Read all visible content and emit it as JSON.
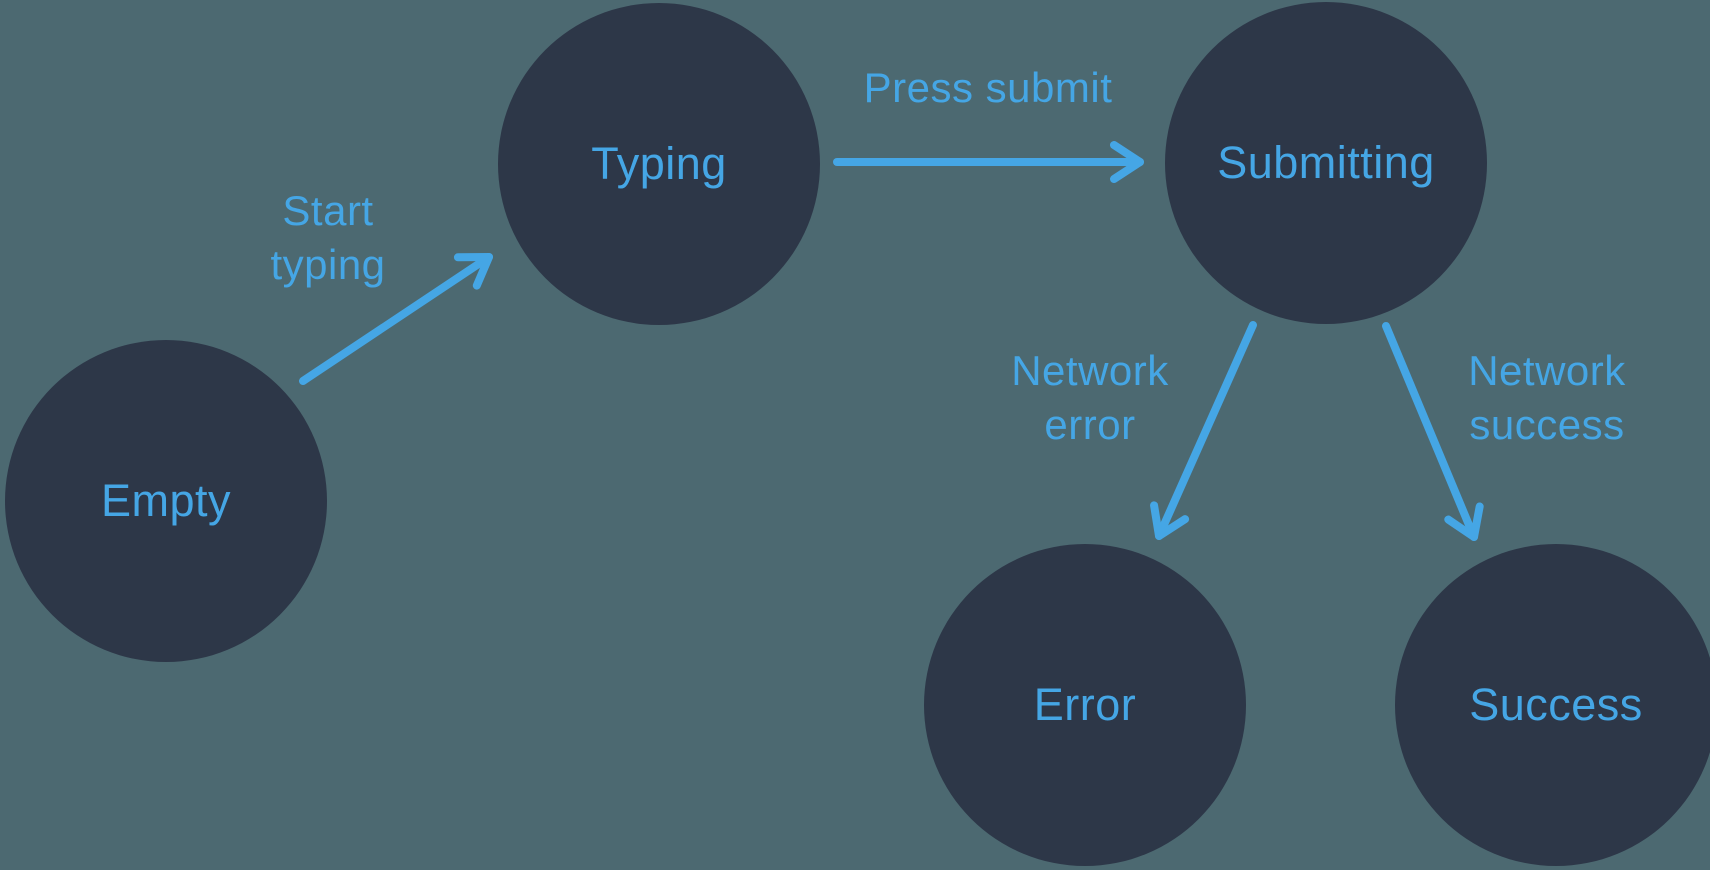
{
  "diagram": {
    "title": "form-state-machine",
    "colors": {
      "background": "#4C6971",
      "node_fill": "#2D3748",
      "accent": "#45A6E5"
    },
    "nodes": [
      {
        "id": "empty",
        "label": "Empty"
      },
      {
        "id": "typing",
        "label": "Typing"
      },
      {
        "id": "submitting",
        "label": "Submitting"
      },
      {
        "id": "error",
        "label": "Error"
      },
      {
        "id": "success",
        "label": "Success"
      }
    ],
    "edges": [
      {
        "id": "start-typing",
        "from": "Empty",
        "to": "Typing",
        "label": "Start typing",
        "lines": [
          "Start",
          "typing"
        ]
      },
      {
        "id": "press-submit",
        "from": "Typing",
        "to": "Submitting",
        "label": "Press submit",
        "lines": [
          "Press submit",
          ""
        ]
      },
      {
        "id": "network-error",
        "from": "Submitting",
        "to": "Error",
        "label": "Network error",
        "lines": [
          "Network",
          "error"
        ]
      },
      {
        "id": "network-success",
        "from": "Submitting",
        "to": "Success",
        "label": "Network success",
        "lines": [
          "Network",
          "success"
        ]
      }
    ]
  }
}
